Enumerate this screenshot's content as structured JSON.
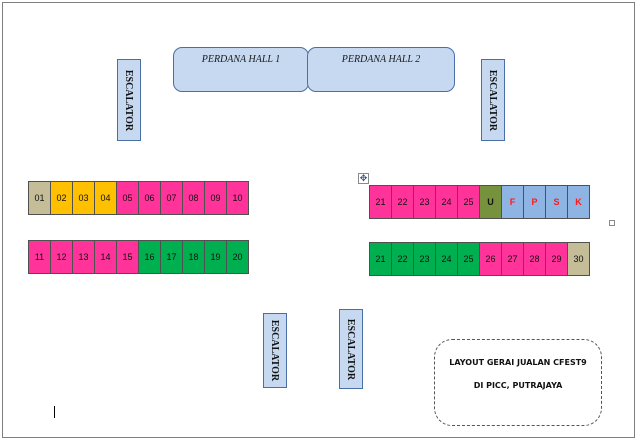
{
  "halls": [
    "PERDANA HALL 1",
    "PERDANA HALL 2"
  ],
  "escalator_label": "ESCALATOR",
  "info_box": {
    "line1": "LAYOUT GERAI JUALAN CFEST9",
    "line2": "DI PICC, PUTRAJAYA"
  },
  "rows": {
    "top_left": [
      {
        "label": "01",
        "color": "#c4bd97"
      },
      {
        "label": "02",
        "color": "#ffc000"
      },
      {
        "label": "03",
        "color": "#ffc000"
      },
      {
        "label": "04",
        "color": "#ffc000"
      },
      {
        "label": "05",
        "color": "#ff3399"
      },
      {
        "label": "06",
        "color": "#ff3399"
      },
      {
        "label": "07",
        "color": "#ff3399"
      },
      {
        "label": "08",
        "color": "#ff3399"
      },
      {
        "label": "09",
        "color": "#ff3399"
      },
      {
        "label": "10",
        "color": "#ff3399"
      }
    ],
    "bottom_left": [
      {
        "label": "11",
        "color": "#ff3399"
      },
      {
        "label": "12",
        "color": "#ff3399"
      },
      {
        "label": "13",
        "color": "#ff3399"
      },
      {
        "label": "14",
        "color": "#ff3399"
      },
      {
        "label": "15",
        "color": "#ff3399"
      },
      {
        "label": "16",
        "color": "#00b050"
      },
      {
        "label": "17",
        "color": "#00b050"
      },
      {
        "label": "18",
        "color": "#00b050"
      },
      {
        "label": "19",
        "color": "#00b050"
      },
      {
        "label": "20",
        "color": "#00b050"
      }
    ],
    "top_right": [
      {
        "label": "21",
        "color": "#ff3399"
      },
      {
        "label": "22",
        "color": "#ff3399"
      },
      {
        "label": "23",
        "color": "#ff3399"
      },
      {
        "label": "24",
        "color": "#ff3399"
      },
      {
        "label": "25",
        "color": "#ff3399"
      },
      {
        "label": "U",
        "color": "#76923c"
      },
      {
        "label": "F",
        "color": "#8eb4e3"
      },
      {
        "label": "P",
        "color": "#8eb4e3"
      },
      {
        "label": "S",
        "color": "#8eb4e3"
      },
      {
        "label": "K",
        "color": "#8eb4e3"
      }
    ],
    "bottom_right": [
      {
        "label": "21",
        "color": "#00b050"
      },
      {
        "label": "22",
        "color": "#00b050"
      },
      {
        "label": "23",
        "color": "#00b050"
      },
      {
        "label": "24",
        "color": "#00b050"
      },
      {
        "label": "25",
        "color": "#00b050"
      },
      {
        "label": "26",
        "color": "#ff3399"
      },
      {
        "label": "27",
        "color": "#ff3399"
      },
      {
        "label": "28",
        "color": "#ff3399"
      },
      {
        "label": "29",
        "color": "#ff3399"
      },
      {
        "label": "30",
        "color": "#c4bd97"
      }
    ]
  }
}
